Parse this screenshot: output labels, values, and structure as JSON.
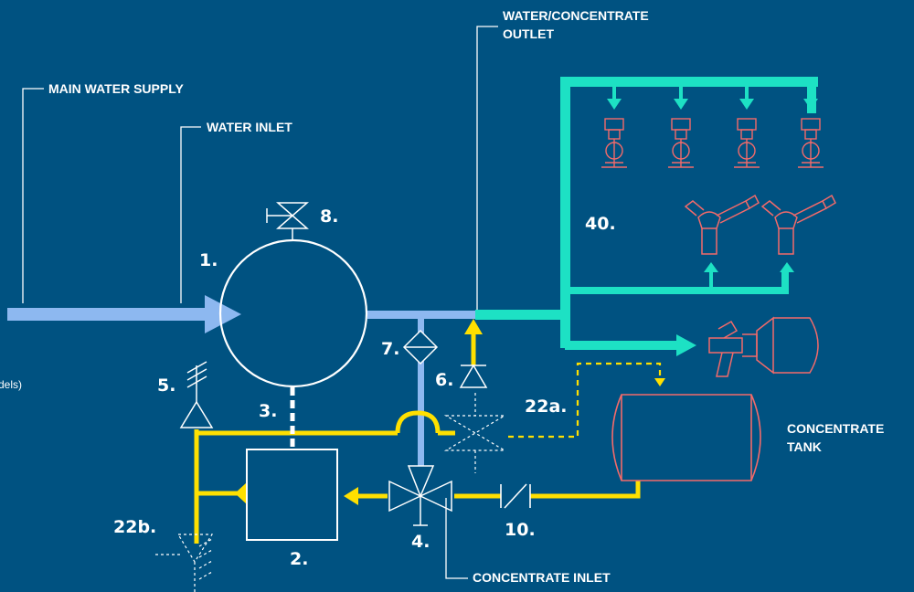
{
  "labels": {
    "main_water_supply": "MAIN WATER SUPPLY",
    "water_inlet": "WATER INLET",
    "outlet_line1": "WATER/CONCENTRATE",
    "outlet_line2": "OUTLET",
    "concentrate_tank_line1": "CONCENTRATE",
    "concentrate_tank_line2": "TANK",
    "concentrate_inlet": "CONCENTRATE INLET",
    "cut_text": "dels)"
  },
  "numbers": {
    "n1": "1.",
    "n2": "2.",
    "n3": "3.",
    "n4": "4.",
    "n5": "5.",
    "n6": "6.",
    "n7": "7.",
    "n8": "8.",
    "n10": "10.",
    "n22a": "22a.",
    "n22b": "22b.",
    "n40": "40."
  },
  "colors": {
    "background": "#005281",
    "water": "#8DB8F0",
    "outlet": "#1DE1C4",
    "concentrate": "#FFE000",
    "equipment": "#F26A6A",
    "line": "#FFFFFF"
  },
  "icons": {
    "sprinkler": "sprinkler-icon",
    "monitor": "monitor-nozzle-icon",
    "foam_generator": "foam-generator-icon",
    "valve": "valve-icon",
    "check_valve": "check-valve-icon",
    "strainer": "strainer-icon"
  }
}
